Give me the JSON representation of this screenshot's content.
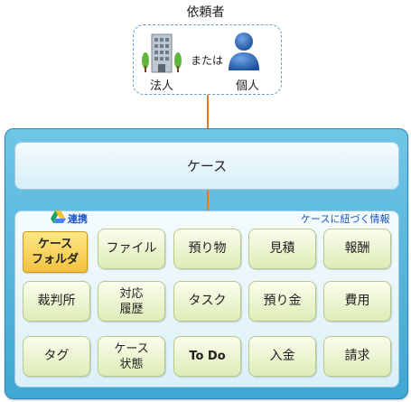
{
  "requester": {
    "title": "依頼者",
    "corporation_label": "法人",
    "or_label": "または",
    "individual_label": "個人"
  },
  "case": {
    "label": "ケース"
  },
  "inner": {
    "link_label": "連携",
    "case_related_label": "ケースに紐づく情報"
  },
  "tiles": {
    "case_folder": [
      "ケース",
      "フォルダ"
    ],
    "file": "ファイル",
    "deposit_item": "預り物",
    "estimate": "見積",
    "fee": "報酬",
    "court": "裁判所",
    "response_history": [
      "対応",
      "履歴"
    ],
    "task": "タスク",
    "deposit_money": "預り金",
    "expense": "費用",
    "tag": "タグ",
    "case_status": [
      "ケース",
      "状態"
    ],
    "todo": "To Do",
    "payment_received": "入金",
    "invoice": "請求"
  },
  "colors": {
    "connector": "#e07b2a",
    "outer_panel": "#4fb3dc",
    "tile": "#eef6cf",
    "folder": "#f7d55a",
    "link_text": "#1a57c7"
  }
}
